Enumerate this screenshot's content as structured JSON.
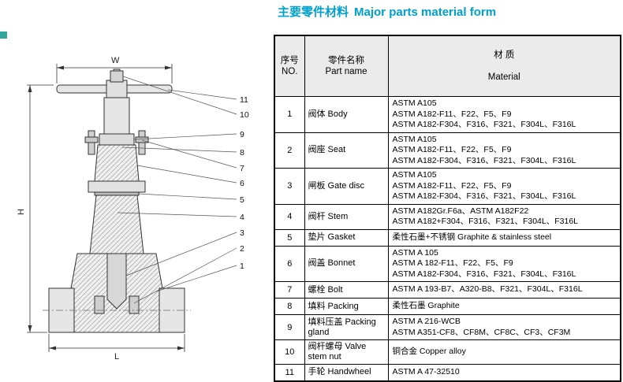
{
  "title": {
    "zh": "主要零件材料",
    "en": "Major parts material form",
    "color": "#00a0cd"
  },
  "drawing": {
    "dims": {
      "w": "W",
      "h": "H",
      "l": "L"
    },
    "callouts": [
      "11",
      "10",
      "9",
      "8",
      "7",
      "6",
      "5",
      "4",
      "3",
      "2",
      "1"
    ]
  },
  "table": {
    "headers": {
      "no": {
        "zh": "序号",
        "en": "NO."
      },
      "part": {
        "zh": "零件名称",
        "en": "Part name"
      },
      "material": {
        "zh": "材 质",
        "en": "Material"
      }
    },
    "rows": [
      {
        "no": "1",
        "part": "阀体 Body",
        "material": [
          "ASTM A105",
          "ASTM A182-F11、F22、F5、F9",
          "ASTM A182-F304、F316、F321、F304L、F316L"
        ]
      },
      {
        "no": "2",
        "part": "阀座 Seat",
        "material": [
          "ASTM A105",
          "ASTM A182-F11、F22、F5、F9",
          "ASTM A182-F304、F316、F321、F304L、F316L"
        ]
      },
      {
        "no": "3",
        "part": "闸板 Gate disc",
        "material": [
          "ASTM A105",
          "ASTM A182-F11、F22、F5、F9",
          "ASTM A182-F304、F316、F321、F304L、F316L"
        ]
      },
      {
        "no": "4",
        "part": "阀杆 Stem",
        "material": [
          "ASTM A182Gr.F6a、ASTM A182F22",
          "ASTM A182+F304、F316、F321、F304L、F316L"
        ]
      },
      {
        "no": "5",
        "part": "垫片 Gasket",
        "material": [
          "柔性石墨+不锈钢 Graphite & stainless steel"
        ]
      },
      {
        "no": "6",
        "part": "阀盖 Bonnet",
        "material": [
          "ASTM A 105",
          "ASTM A 182-F11、F22、F5、F9",
          "ASTM A182-F304、F316、F321、F304L、F316L"
        ]
      },
      {
        "no": "7",
        "part": "螺栓 Bolt",
        "material": [
          "ASTM A 193-B7、A320-B8、F321、F304L、F316L"
        ]
      },
      {
        "no": "8",
        "part": "填料 Packing",
        "material": [
          "柔性石墨 Graphite"
        ]
      },
      {
        "no": "9",
        "part": "填料压盖 Packing gland",
        "material": [
          "ASTM A 216-WCB",
          "ASTM A351-CF8、CF8M、CF8C、CF3、CF3M"
        ]
      },
      {
        "no": "10",
        "part": "阀杆螺母 Valve stem nut",
        "material": [
          "铜合金 Copper alloy"
        ]
      },
      {
        "no": "11",
        "part": "手轮 Handwheel",
        "material": [
          "ASTM A 47-32510"
        ]
      }
    ]
  }
}
